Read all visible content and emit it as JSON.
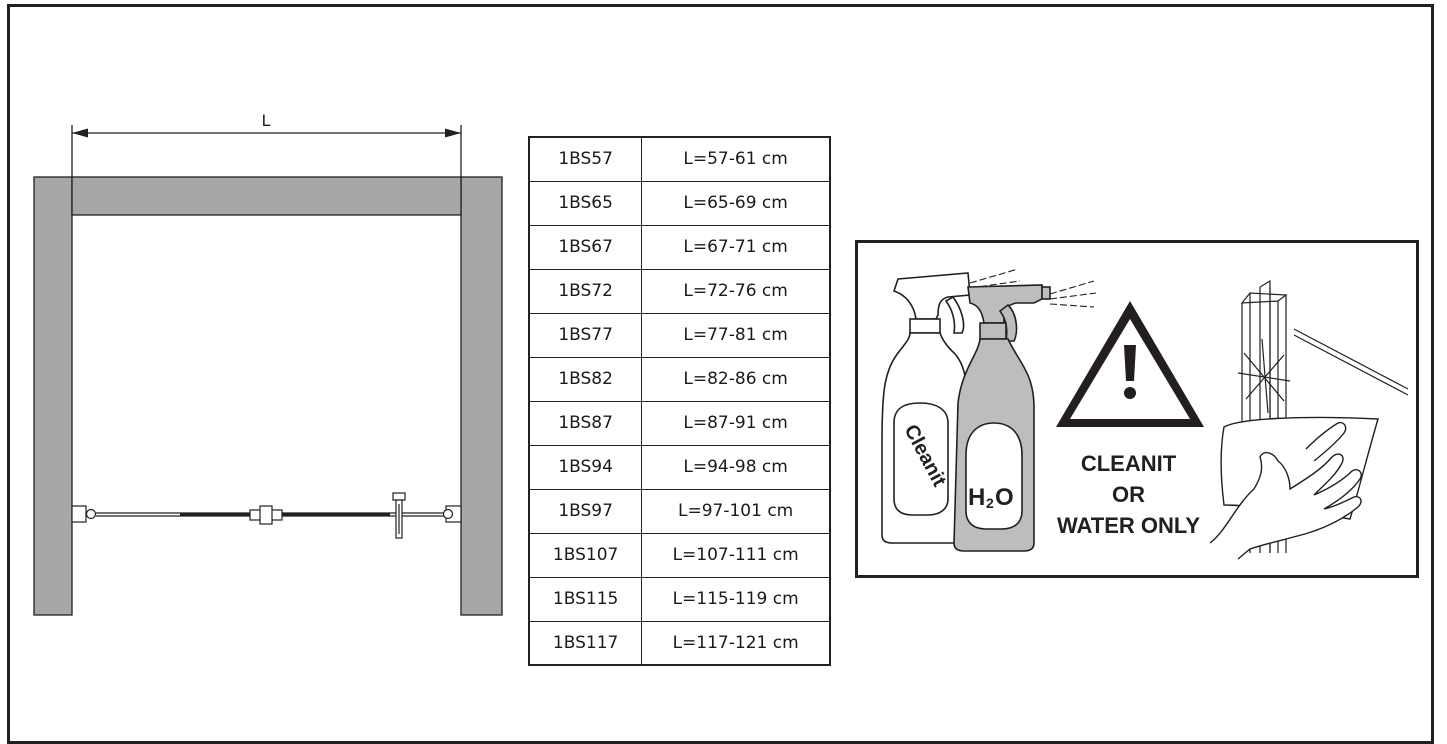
{
  "diagram": {
    "dimension_label": "L"
  },
  "size_table": {
    "rows": [
      {
        "code": "1BS57",
        "range": "L=57-61 cm"
      },
      {
        "code": "1BS65",
        "range": "L=65-69 cm"
      },
      {
        "code": "1BS67",
        "range": "L=67-71 cm"
      },
      {
        "code": "1BS72",
        "range": "L=72-76 cm"
      },
      {
        "code": "1BS77",
        "range": "L=77-81 cm"
      },
      {
        "code": "1BS82",
        "range": "L=82-86 cm"
      },
      {
        "code": "1BS87",
        "range": "L=87-91 cm"
      },
      {
        "code": "1BS94",
        "range": "L=94-98 cm"
      },
      {
        "code": "1BS97",
        "range": "L=97-101 cm"
      },
      {
        "code": "1BS107",
        "range": "L=107-111 cm"
      },
      {
        "code": "1BS115",
        "range": "L=115-119 cm"
      },
      {
        "code": "1BS117",
        "range": "L=117-121 cm"
      }
    ]
  },
  "cleaning_notice": {
    "bottle_label_1": "Cleanit",
    "bottle_label_2_main": "H",
    "bottle_label_2_sub": "2",
    "bottle_label_2_end": "O",
    "warning_line_1": "CLEANIT",
    "warning_line_2": "OR",
    "warning_line_3": "WATER ONLY"
  },
  "colors": {
    "wall_gray": "#a6a7a9",
    "line": "#231f20",
    "bottle_gray": "#bcbdbf"
  }
}
